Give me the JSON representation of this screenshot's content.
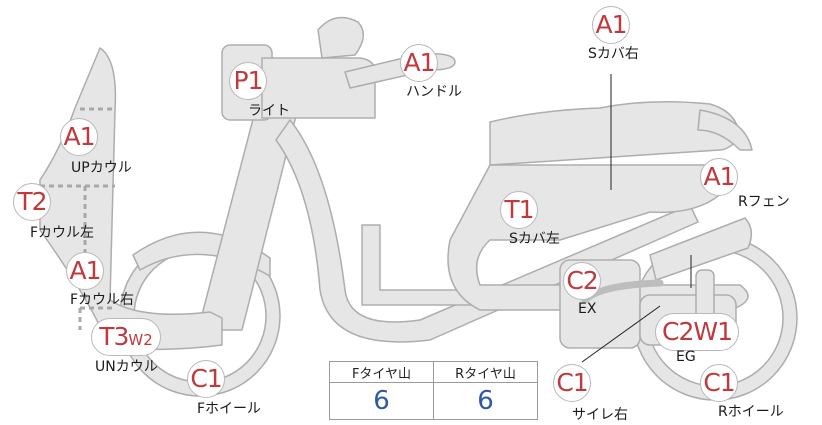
{
  "parts": [
    {
      "id": "light",
      "code": "P1",
      "label": "ライト"
    },
    {
      "id": "handle",
      "code": "A1",
      "label": "ハンドル"
    },
    {
      "id": "seat-cover-right",
      "code": "A1",
      "label": "Sカバ右"
    },
    {
      "id": "up-cowl",
      "code": "A1",
      "label": "UPカウル"
    },
    {
      "id": "f-cowl-left",
      "code": "T2",
      "label": "Fカウル左"
    },
    {
      "id": "f-cowl-right",
      "code": "A1",
      "label": "Fカウル右"
    },
    {
      "id": "un-cowl",
      "code": "T3",
      "sub": "W2",
      "label": "UNカウル"
    },
    {
      "id": "f-wheel",
      "code": "C1",
      "label": "Fホイール"
    },
    {
      "id": "seat-cover-left",
      "code": "T1",
      "label": "Sカバ左"
    },
    {
      "id": "r-fender",
      "code": "A1",
      "label": "Rフェン"
    },
    {
      "id": "exhaust",
      "code": "C2",
      "label": "EX"
    },
    {
      "id": "engine",
      "code": "C2",
      "sub": "W1",
      "label": "EG"
    },
    {
      "id": "silencer-right",
      "code": "C1",
      "label": "サイレ右"
    },
    {
      "id": "r-wheel",
      "code": "C1",
      "label": "Rホイール"
    }
  ],
  "tire_table": {
    "headers": [
      "Fタイヤ山",
      "Rタイヤ山"
    ],
    "values": [
      "6",
      "6"
    ]
  },
  "colors": {
    "code": "#c0393c",
    "value": "#2f5aa8",
    "body_fill": "#e6e6e6",
    "outline": "#adadad"
  }
}
